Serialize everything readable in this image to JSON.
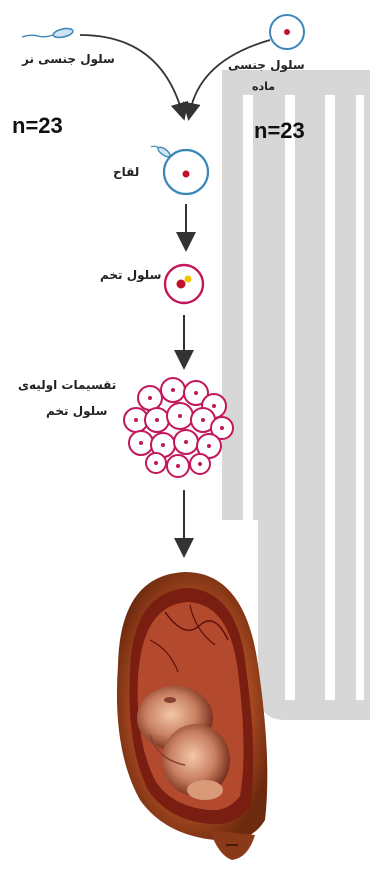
{
  "labels": {
    "male_gamete": "سلول جنسی نر",
    "female_gamete_line1": "سلول جنسی",
    "female_gamete_line2": "ماده",
    "fertilization": "لقاح",
    "zygote": "سلول تخم",
    "early_division_line1": "تقسیمات اولیه‌ی",
    "early_division_line2": "سلول تخم"
  },
  "chromosome_counts": {
    "male": "n=23",
    "female": "n=23"
  },
  "colors": {
    "band_fill": "#d4d4d4",
    "cell_outline_blue": "#3b86b8",
    "cell_outline_pink": "#c2185b",
    "nucleus_red": "#c0102a",
    "nucleus_yellow": "#f2c400",
    "arrow": "#333333",
    "uterus": "#8a3a18"
  }
}
